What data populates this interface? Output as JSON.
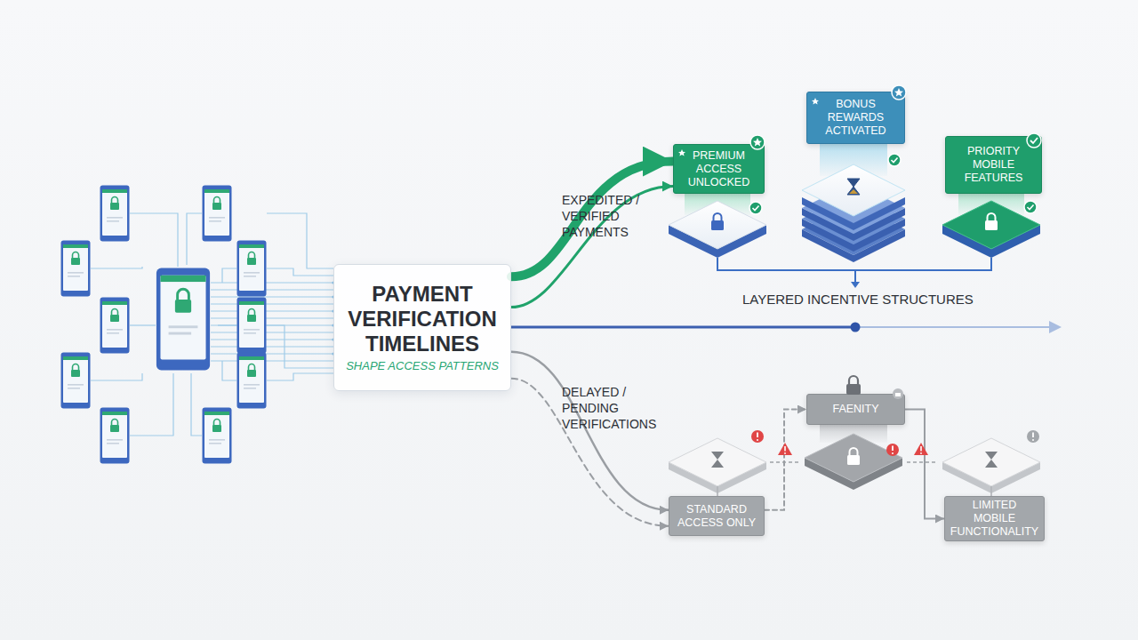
{
  "diagram": {
    "nodes": [
      {
        "text": [
          "PAYMENT VERIFICATION TIMELINES",
          "SHAPE ACCESS PATTERNS"
        ]
      },
      {
        "text": [
          "PREMIUM ACCESS UNLOCKED"
        ]
      },
      {
        "text": [
          "BONUS REWARDS ACTIVATED"
        ]
      },
      {
        "text": [
          "PRIORITY MOBILE FEATURES"
        ]
      },
      {
        "text": [
          "STANDARD ACCESS ONLY"
        ]
      },
      {
        "text": [
          "FAENITY"
        ]
      },
      {
        "text": [
          "LIMITED MOBILE FUNCTIONALITY"
        ]
      }
    ],
    "edges": [
      {
        "from": 0,
        "to": 1,
        "arrow": "to"
      },
      {
        "from": 0,
        "to": 1,
        "arrow": "to",
        "label": "EXPEDITED / VERIFIED PAYMENTS"
      },
      {
        "from": 0,
        "to": 4,
        "arrow": "to",
        "label": "DELAYED / PENDING VERIFICATIONS"
      },
      {
        "from": 0,
        "to": 4,
        "arrow": "to"
      },
      {
        "from": 4,
        "to": 5,
        "arrow": "to"
      },
      {
        "from": 5,
        "to": 6,
        "arrow": "to"
      }
    ],
    "labels": [
      "LAYERED INCENTIVE STRUCTURES"
    ]
  }
}
